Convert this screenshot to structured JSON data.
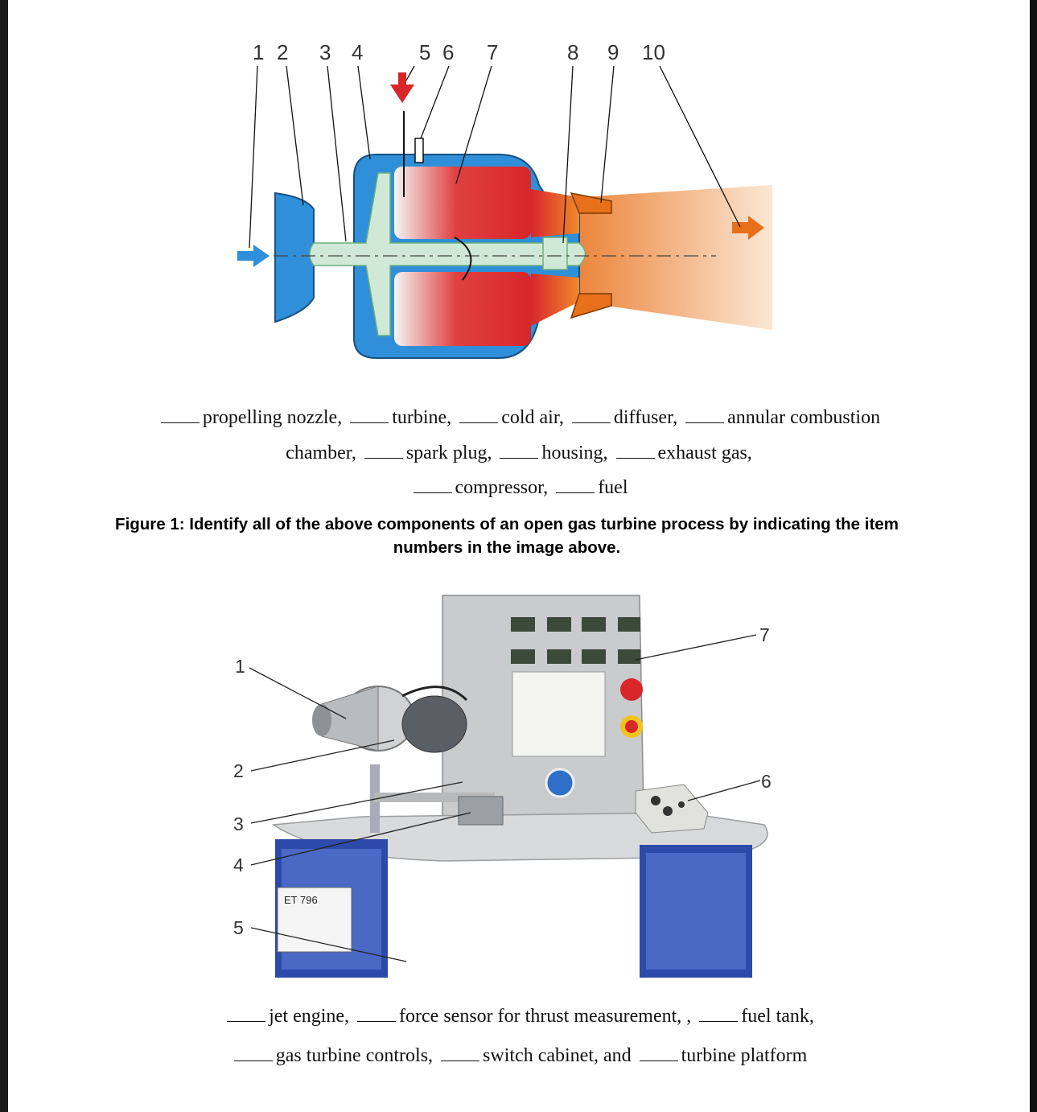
{
  "figure1": {
    "callouts": [
      "1",
      "2",
      "3",
      "4",
      "5",
      "6",
      "7",
      "8",
      "9",
      "10"
    ],
    "terms": [
      [
        "propelling nozzle,",
        "turbine,",
        "cold air,",
        "diffuser,",
        "annular combustion"
      ],
      [
        "chamber,",
        "spark plug,",
        "housing,",
        "exhaust gas,"
      ],
      [
        "compressor,",
        "fuel"
      ]
    ],
    "caption": "Figure 1: Identify all of the above components of an open gas turbine process by indicating the item numbers in the image above."
  },
  "figure2": {
    "callouts": [
      "1",
      "2",
      "3",
      "4",
      "5",
      "6",
      "7"
    ],
    "badge": "ET 796",
    "terms": [
      [
        "jet engine,",
        "force sensor for thrust measurement, ,",
        "fuel tank,"
      ],
      [
        "gas turbine controls,",
        "switch cabinet, and",
        "turbine platform"
      ]
    ]
  },
  "colors": {
    "cold_blue": "#2f8fd8",
    "hot_red": "#d8262b",
    "exhaust_orange": "#f08a2c",
    "shaft_green": "#cfe9d6",
    "trolley_blue": "#2c4aa8"
  }
}
